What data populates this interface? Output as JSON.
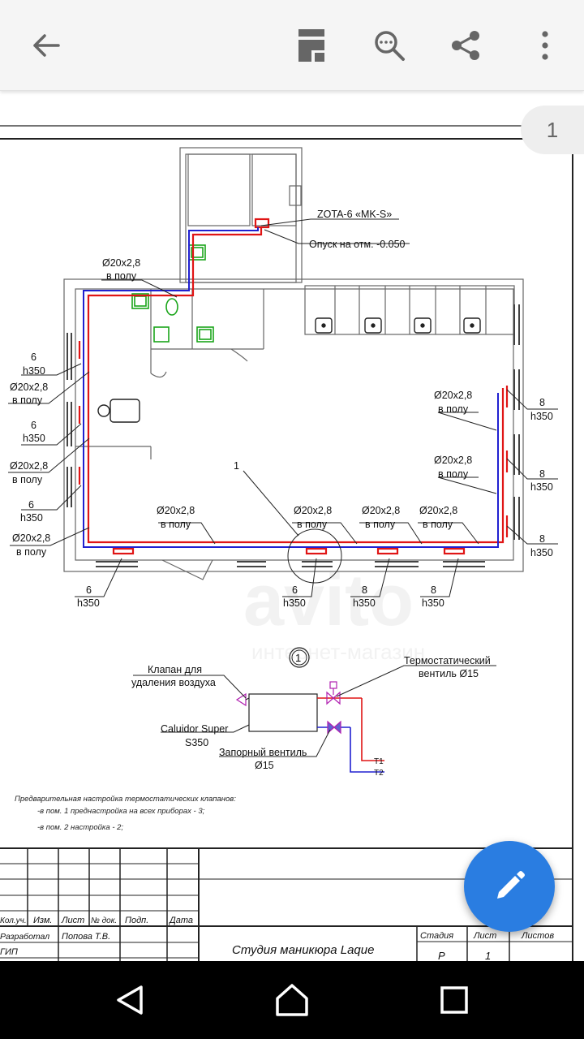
{
  "toolbar": {
    "back_icon": "arrow-back-icon",
    "layout_icon": "page-layout-icon",
    "search_icon": "search-zoom-icon",
    "share_icon": "share-icon",
    "more_icon": "more-vert-icon"
  },
  "page_indicator": "1",
  "drawing": {
    "boiler_label": "ZOTA-6 «MK-S»",
    "drop_label": "Опуск на отм. -0.050",
    "pipe": "Ø20x2,8",
    "in_floor": "в полу",
    "rad6": "6",
    "rad8": "8",
    "h350": "h350",
    "callout_1": "1",
    "detail_mark": "1",
    "air_valve_line1": "Клапан для",
    "air_valve_line2": "удаления воздуха",
    "thermo_line1": "Термостатический",
    "thermo_line2": "вентиль Ø15",
    "radiator_line1": "Caluidor Super",
    "radiator_line2": "S350",
    "shutoff_line1": "Запорный вентиль",
    "shutoff_line2": "Ø15",
    "t1": "T1",
    "t2": "T2",
    "note_title": "Предварительная настройка термостатических клапанов:",
    "note_1": "-в пом. 1 преднастройка на всех приборах - 3;",
    "note_2": "-в пом. 2 настройка - 2;",
    "watermark_1": "avito",
    "watermark_2": "интернет-магазин"
  },
  "title_block": {
    "col_kol": "Кол.уч.",
    "col_izm": "Изм.",
    "col_list": "Лист",
    "col_ndoc": "№ док.",
    "col_podp": "Подп.",
    "col_date": "Дата",
    "row_dev": "Разработал",
    "row_dev_name": "Попова Т.В.",
    "row_gip": "ГИП",
    "project": "Студия маникюра Laque",
    "h_stage": "Стадия",
    "h_sheet": "Лист",
    "h_sheets": "Листов",
    "stage": "Р",
    "sheet": "1"
  },
  "fab": {
    "icon": "pencil-edit-icon"
  },
  "navbar": {
    "back": "nav-back-icon",
    "home": "nav-home-icon",
    "recents": "nav-recents-icon"
  },
  "colors": {
    "supply": "#e01515",
    "return": "#2020d0",
    "green": "#1aa51a",
    "fab": "#2a7de1"
  }
}
